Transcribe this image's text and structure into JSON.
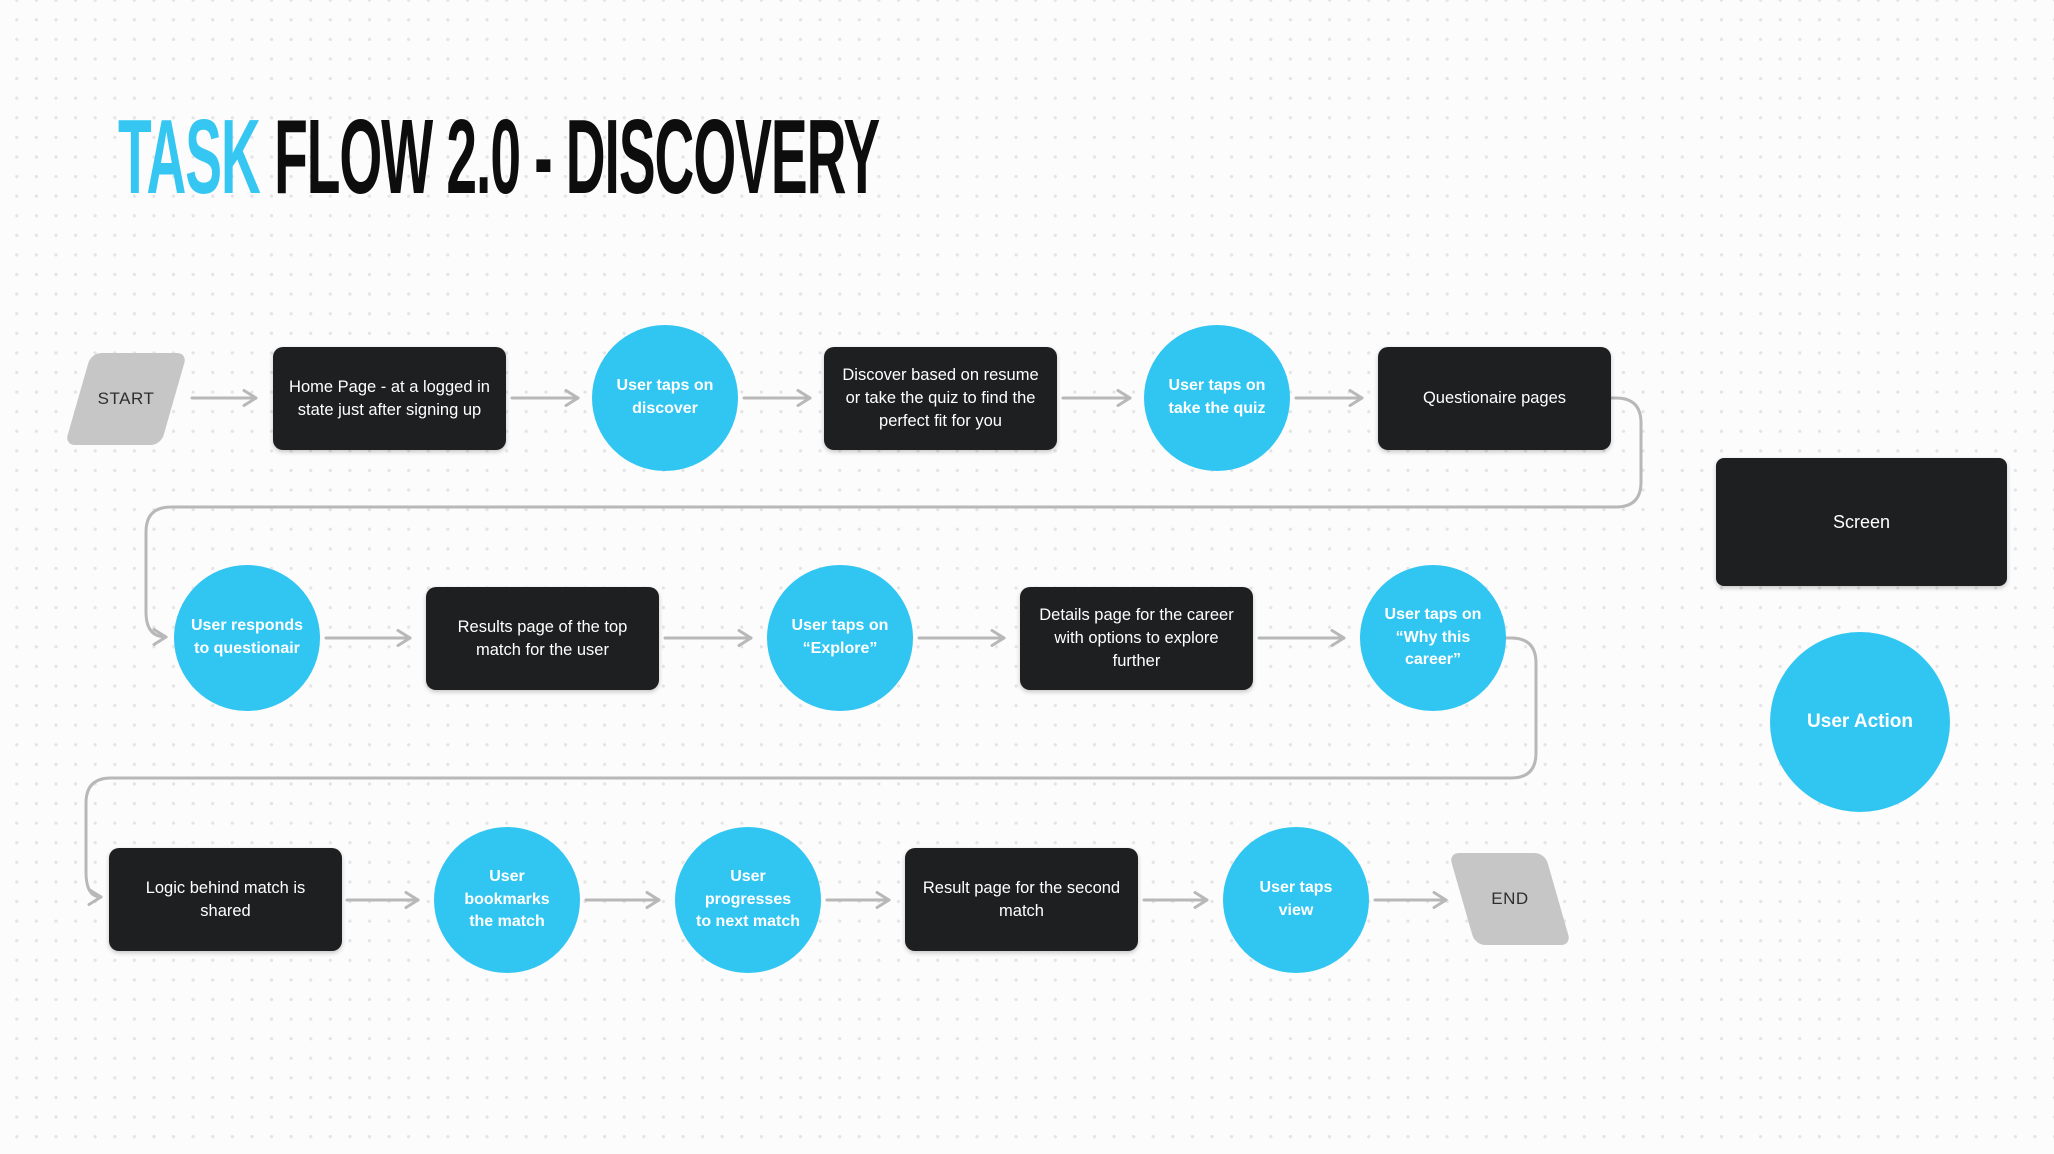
{
  "title": {
    "accent": "TASK",
    "rest": "FLOW 2.0 - DISCOVERY"
  },
  "colors": {
    "accent_cyan": "#35C7F2",
    "user_action_fill": "#31C6F2",
    "screen_fill": "#1E1F20",
    "terminator_fill": "#C6C6C6",
    "connector_gray": "#B8B8B8",
    "background": "#FCFCFC",
    "dot_grid": "#E4E4E7",
    "title_text": "#0D0D0D"
  },
  "nodes": {
    "start": {
      "type": "terminator",
      "label": "START"
    },
    "home_page": {
      "type": "screen",
      "label": "Home Page - at a logged in state just after signing up"
    },
    "taps_discover": {
      "type": "user_action",
      "label": "User taps on discover"
    },
    "discover_prompt": {
      "type": "screen",
      "label": "Discover based on resume or take the quiz to find the perfect fit for you"
    },
    "taps_quiz": {
      "type": "user_action",
      "label": "User taps on take the quiz"
    },
    "questionaire_pages": {
      "type": "screen",
      "label": "Questionaire pages"
    },
    "responds_questionair": {
      "type": "user_action",
      "label": "User responds to questionair"
    },
    "results_top_match": {
      "type": "screen",
      "label": "Results page of the top match for the user"
    },
    "taps_explore": {
      "type": "user_action",
      "label": "User taps on “Explore”"
    },
    "details_career": {
      "type": "screen",
      "label": "Details page for the career with options to explore further"
    },
    "taps_why_career": {
      "type": "user_action",
      "label": "User taps on “Why this career”"
    },
    "logic_shared": {
      "type": "screen",
      "label": "Logic behind match is shared"
    },
    "bookmarks_match": {
      "type": "user_action",
      "label": "User bookmarks the match"
    },
    "progresses_next": {
      "type": "user_action",
      "label": "User progresses to next match"
    },
    "result_second_match": {
      "type": "screen",
      "label": "Result page for the second match"
    },
    "taps_view": {
      "type": "user_action",
      "label": "User taps view"
    },
    "end": {
      "type": "terminator",
      "label": "END"
    }
  },
  "legend": {
    "screen_label": "Screen",
    "user_action_label": "User Action"
  }
}
